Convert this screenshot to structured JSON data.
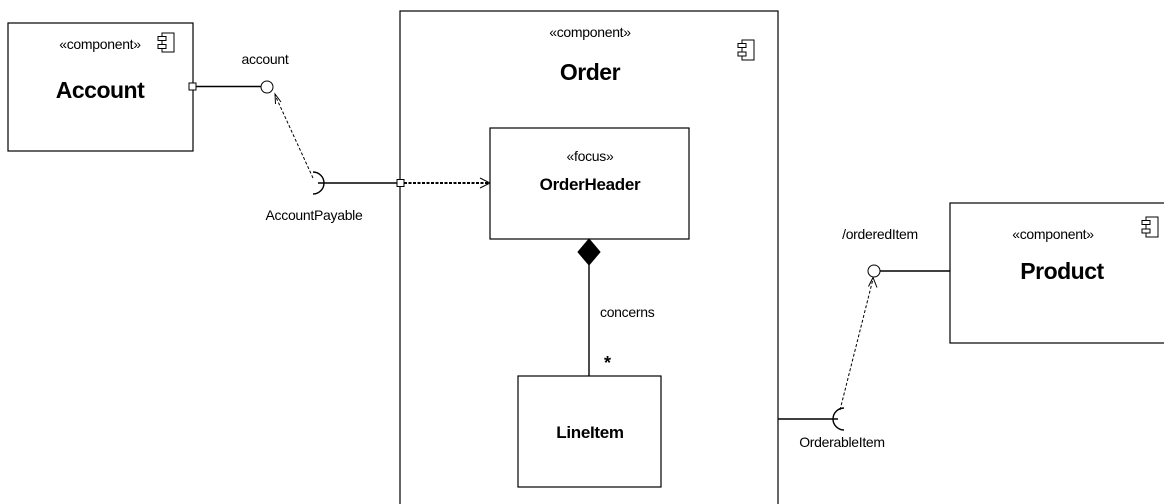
{
  "components": {
    "account": {
      "stereotype": "«component»",
      "name": "Account"
    },
    "order": {
      "stereotype": "«component»",
      "name": "Order"
    },
    "product": {
      "stereotype": "«component»",
      "name": "Product"
    }
  },
  "parts": {
    "order_header": {
      "stereotype": "«focus»",
      "name": "OrderHeader"
    },
    "line_item": {
      "name": "LineItem"
    }
  },
  "interfaces": {
    "account_provided": "account",
    "account_required": "AccountPayable",
    "ordered_item_provided": "/orderedItem",
    "orderable_item_required": "OrderableItem"
  },
  "composition": {
    "label": "concerns",
    "multiplicity": "*"
  },
  "icons": {
    "component_icon": "component-icon"
  }
}
